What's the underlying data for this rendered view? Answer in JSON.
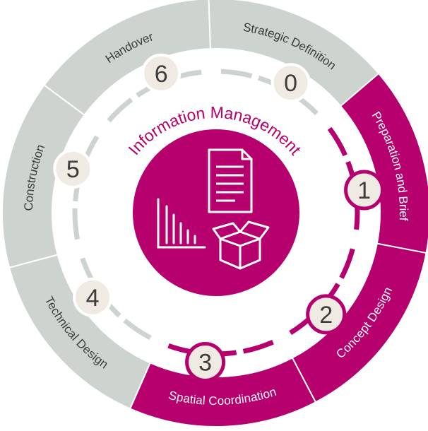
{
  "title": "Information Management",
  "colors": {
    "active": "#b5006e",
    "inactive": "#cdd3cf",
    "badge_fill": "#efebe3",
    "badge_text": "#3d3d3d",
    "label_dark": "#3d3d3d",
    "label_light": "#ffffff"
  },
  "stages": [
    {
      "number": "0",
      "label": "Strategic Definition",
      "active": false
    },
    {
      "number": "1",
      "label": "Preparation and Brief",
      "active": true
    },
    {
      "number": "2",
      "label": "Concept Design",
      "active": true
    },
    {
      "number": "3",
      "label": "Spatial Coordination",
      "active": true
    },
    {
      "number": "4",
      "label": "Technical Design",
      "active": false
    },
    {
      "number": "5",
      "label": "Construction",
      "active": false
    },
    {
      "number": "6",
      "label": "Handover",
      "active": false
    }
  ],
  "icons": [
    "document-icon",
    "bar-chart-icon",
    "open-box-icon"
  ]
}
